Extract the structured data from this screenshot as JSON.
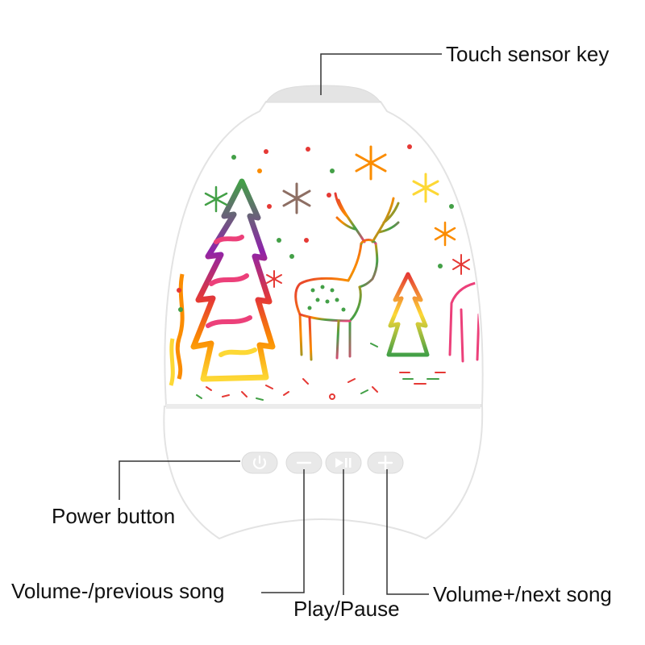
{
  "labels": {
    "touch_sensor": "Touch sensor key",
    "power": "Power button",
    "volume_down": "Volume-/previous song",
    "play_pause": "Play/Pause",
    "volume_up": "Volume+/next song"
  },
  "colors": {
    "shell": "#ffffff",
    "shell_outline": "#e3e3e3",
    "top_cap": "#e4e4e4",
    "button_fill": "#e9e9e9",
    "leader_line": "#333333",
    "print_palette": [
      "#e53935",
      "#fb8c00",
      "#fdd835",
      "#43a047",
      "#8e24aa",
      "#ec407a"
    ]
  },
  "icons": [
    "power-icon",
    "minus-icon",
    "play-pause-icon",
    "plus-icon",
    "deer-icon",
    "tree-icon",
    "snowflake-icon"
  ]
}
